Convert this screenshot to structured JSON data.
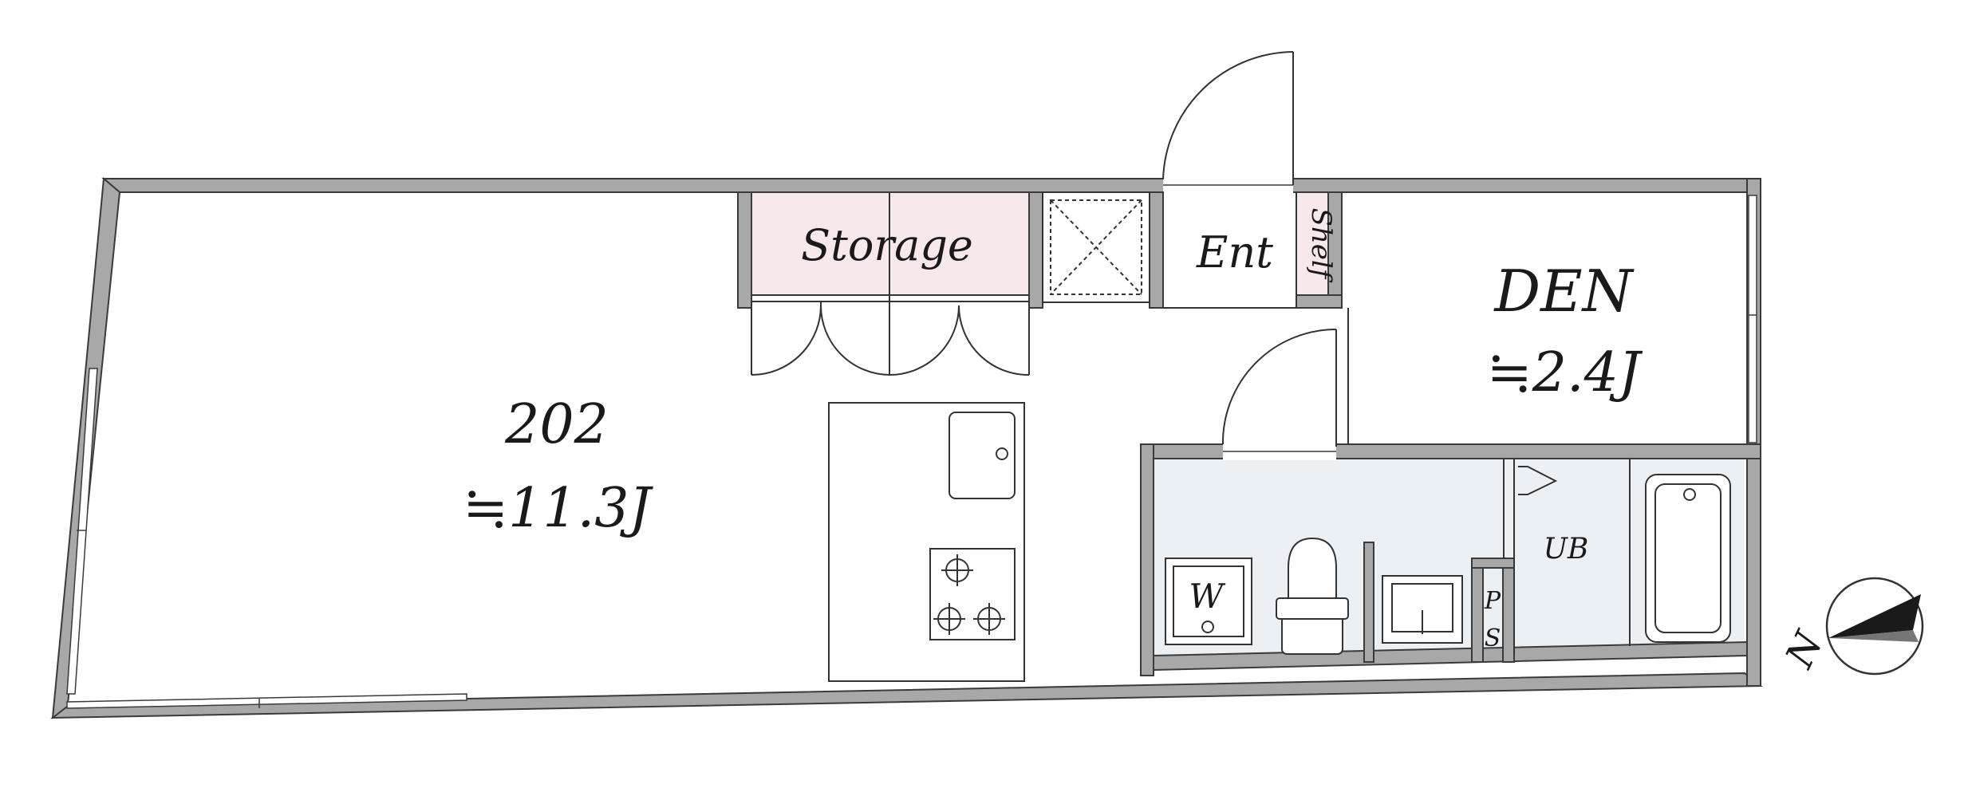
{
  "rooms": {
    "main": {
      "number": "202",
      "area": "≒11.3J"
    },
    "den": {
      "name": "DEN",
      "area": "≒2.4J"
    },
    "storage": {
      "label": "Storage"
    },
    "entrance": {
      "label": "Ent"
    },
    "shelf": {
      "label": "Shelf"
    },
    "unit_bath": {
      "label": "UB"
    },
    "washer": {
      "label": "W"
    },
    "pipe_space": {
      "label_p": "P",
      "label_s": "S"
    }
  },
  "compass": {
    "label": "N"
  },
  "colors": {
    "wall": "#a8a8a8",
    "wall_stroke": "#3a3a3a",
    "storage_fill": "#f7e8ec",
    "wet_area_fill": "#eaf0f4",
    "line": "#333333"
  }
}
